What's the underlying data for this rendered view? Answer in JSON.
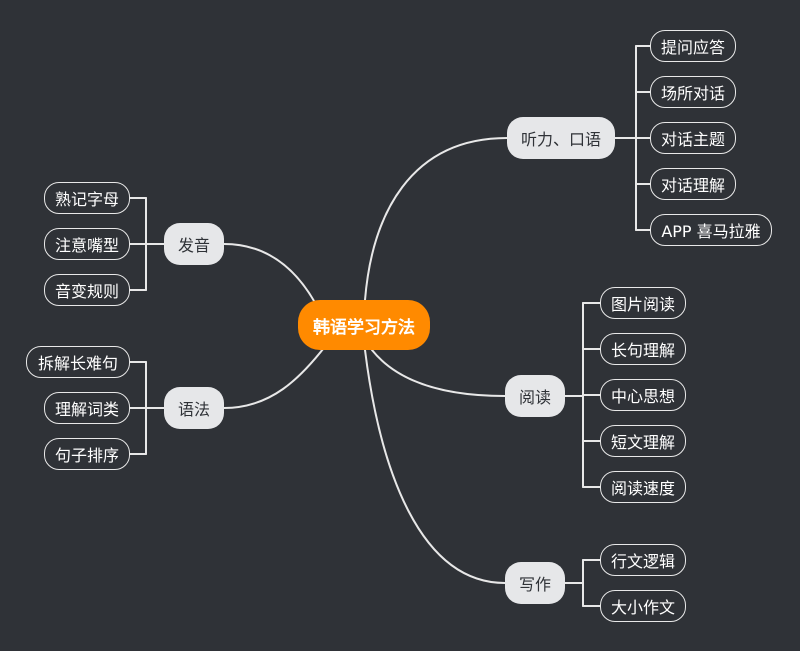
{
  "root": {
    "label": "韩语学习方法"
  },
  "branches": {
    "listening": {
      "label": "听力、口语",
      "items": [
        "提问应答",
        "场所对话",
        "对话主题",
        "对话理解",
        "APP 喜马拉雅"
      ]
    },
    "pronunciation": {
      "label": "发音",
      "items": [
        "熟记字母",
        "注意嘴型",
        "音变规则"
      ]
    },
    "grammar": {
      "label": "语法",
      "items": [
        "拆解长难句",
        "理解词类",
        "句子排序"
      ]
    },
    "reading": {
      "label": "阅读",
      "items": [
        "图片阅读",
        "长句理解",
        "中心思想",
        "短文理解",
        "阅读速度"
      ]
    },
    "writing": {
      "label": "写作",
      "items": [
        "行文逻辑",
        "大小作文"
      ]
    }
  },
  "colors": {
    "background": "#2f3237",
    "root": "#ff8a00",
    "branch": "#e6e7e9",
    "line": "#e8e8e8"
  }
}
